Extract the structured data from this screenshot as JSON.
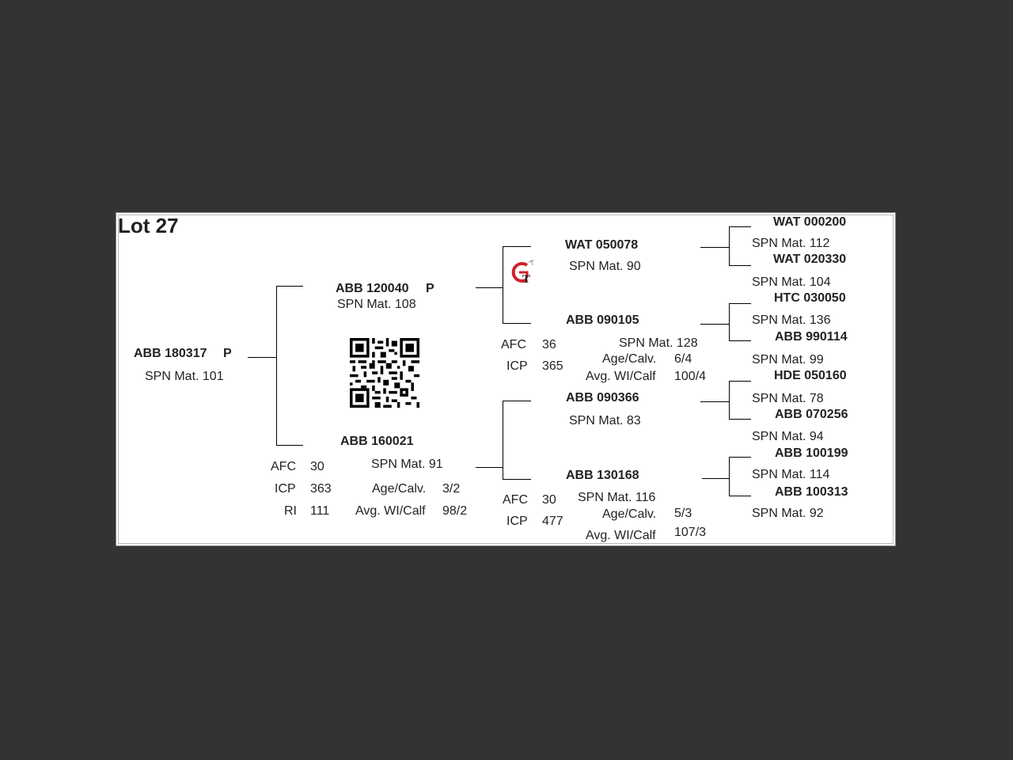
{
  "lot_title": "Lot 27",
  "subject": {
    "name": "ABB 180317",
    "flag": "P",
    "spn": "SPN Mat. 101"
  },
  "sire": {
    "name": "ABB 120040",
    "flag": "P",
    "spn": "SPN Mat. 108"
  },
  "dam": {
    "name": "ABB 160021",
    "spn": "SPN Mat. 91",
    "afc_label": "AFC",
    "afc": "30",
    "icp_label": "ICP",
    "icp": "363",
    "ri_label": "RI",
    "ri": "111",
    "age_label": "Age/Calv.",
    "age": "3/2",
    "wi_label": "Avg. WI/Calf",
    "wi": "98/2"
  },
  "sire_sire": {
    "name": "WAT 050078",
    "spn": "SPN Mat. 90"
  },
  "sire_dam": {
    "name": "ABB 090105",
    "spn": "SPN Mat. 128",
    "afc_label": "AFC",
    "afc": "36",
    "icp_label": "ICP",
    "icp": "365",
    "age_label": "Age/Calv.",
    "age": "6/4",
    "wi_label": "Avg. WI/Calf",
    "wi": "100/4"
  },
  "dam_sire": {
    "name": "ABB 090366",
    "spn": "SPN Mat. 83"
  },
  "dam_dam": {
    "name": "ABB 130168",
    "spn": "SPN Mat. 116",
    "afc_label": "AFC",
    "afc": "30",
    "icp_label": "ICP",
    "icp": "477",
    "age_label": "Age/Calv.",
    "age": "5/3",
    "wi_label": "Avg. WI/Calf",
    "wi": "107/3"
  },
  "great_grandparents": [
    {
      "name": "WAT 000200",
      "spn": "SPN Mat. 112"
    },
    {
      "name": "WAT 020330",
      "spn": "SPN Mat. 104"
    },
    {
      "name": "HTC 030050",
      "spn": "SPN Mat. 136"
    },
    {
      "name": "ABB 990114",
      "spn": "SPN Mat. 99"
    },
    {
      "name": "HDE 050160",
      "spn": "SPN Mat. 78"
    },
    {
      "name": "ABB 070256",
      "spn": "SPN Mat. 94"
    },
    {
      "name": "ABB 100199",
      "spn": "SPN Mat. 114"
    },
    {
      "name": "ABB 100313",
      "spn": "SPN Mat. 92"
    }
  ],
  "icons": {
    "qr": "qr-code-icon",
    "logo": "gt-logo-icon"
  },
  "colors": {
    "background": "#333333",
    "paper": "#ffffff",
    "logo_red": "#d2202a"
  }
}
